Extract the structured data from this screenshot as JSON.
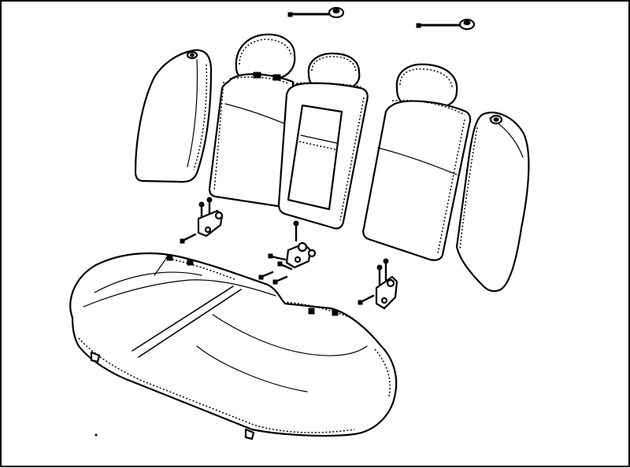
{
  "colors": {
    "background": "#ffffff",
    "line": "#000000"
  },
  "parts": [
    {
      "id": "left-bolster",
      "icon": "left-side-bolster"
    },
    {
      "id": "left-headrest",
      "icon": "headrest"
    },
    {
      "id": "left-backrest",
      "icon": "seat-backrest"
    },
    {
      "id": "center-headrest",
      "icon": "headrest"
    },
    {
      "id": "center-backrest",
      "icon": "seat-backrest-with-armrest-opening"
    },
    {
      "id": "right-headrest",
      "icon": "headrest"
    },
    {
      "id": "right-backrest",
      "icon": "seat-backrest"
    },
    {
      "id": "right-bolster",
      "icon": "right-side-bolster"
    },
    {
      "id": "headrest-guide-left",
      "icon": "bolt-with-grommet"
    },
    {
      "id": "headrest-guide-right",
      "icon": "bolt-with-grommet"
    },
    {
      "id": "hinge-left",
      "icon": "hinge-bracket-with-bolts"
    },
    {
      "id": "hinge-center",
      "icon": "hinge-bracket-with-bolts"
    },
    {
      "id": "hinge-right",
      "icon": "hinge-bracket-with-bolts"
    },
    {
      "id": "seat-cushion",
      "icon": "seat-cushion"
    }
  ]
}
